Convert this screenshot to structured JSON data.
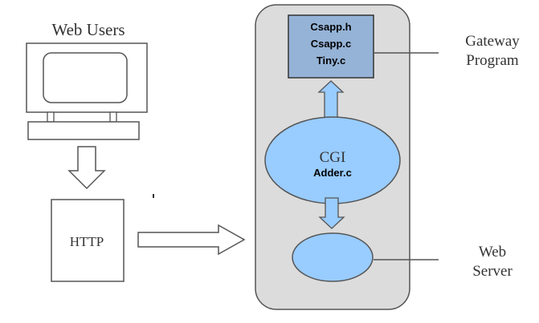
{
  "labels": {
    "web_users": "Web Users",
    "http": "HTTP",
    "gateway_line1": "Gateway",
    "gateway_line2": "Program",
    "web_line1": "Web",
    "web_line2": "Server",
    "cgi": "CGI",
    "cgi_file": "Adder.c"
  },
  "gateway_files": [
    "Csapp.h",
    "Csapp.c",
    "Tiny.c"
  ],
  "colors": {
    "container_fill": "#dcdcdc",
    "box_fill": "#95b3d7",
    "ellipse_fill": "#99ccff",
    "arrow_fill": "#99ccff",
    "stroke": "#555555"
  }
}
